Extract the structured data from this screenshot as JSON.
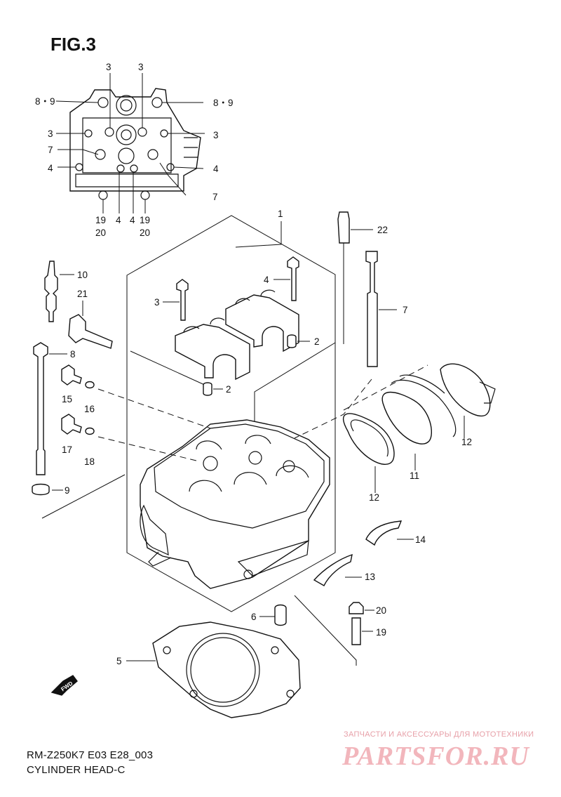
{
  "figure": {
    "title": "FIG.3",
    "model_code": "RM-Z250K7 E03 E28_003",
    "section_name": "CYLINDER HEAD-C",
    "fwd_marker": "FWD"
  },
  "watermark": {
    "subtitle": "ЗАПЧАСТИ И АКСЕССУАРЫ ДЛЯ МОТОТЕХНИКИ",
    "brand": "PARTSFOR.RU"
  },
  "callouts": {
    "c1": "1",
    "c2a": "2",
    "c2b": "2",
    "c3_top_a": "3",
    "c3_top_b": "3",
    "c3_left": "3",
    "c3_right": "3",
    "c3_main": "3",
    "c4_left": "4",
    "c4_right": "4",
    "c4_bot_a": "4",
    "c4_bot_b": "4",
    "c4_main": "4",
    "c5": "5",
    "c6": "6",
    "c7_left": "7",
    "c7_right": "7",
    "c7_main": "7",
    "c8": "8",
    "c89_left": "8・9",
    "c89_right": "8・9",
    "c9": "9",
    "c10": "10",
    "c11": "11",
    "c12a": "12",
    "c12b": "12",
    "c13": "13",
    "c14": "14",
    "c15": "15",
    "c16": "16",
    "c17": "17",
    "c18": "18",
    "c19_a": "19",
    "c19_b": "19",
    "c19_main": "19",
    "c20_a": "20",
    "c20_b": "20",
    "c20_main": "20",
    "c21": "21",
    "c22": "22"
  }
}
